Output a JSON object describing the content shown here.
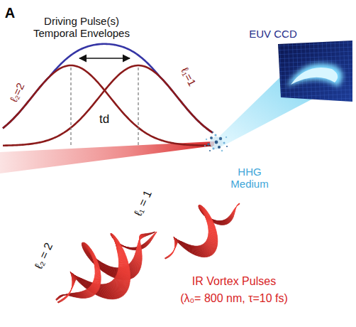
{
  "diagram": {
    "labels": [
      "A",
      "Driving Pulse(s) Temporal Envelopes",
      "EUV CCD",
      "ℓ₂=2",
      "ℓ₁=1",
      "td",
      "HHG Medium",
      "ℓ₁ = 1",
      "ℓ₂ = 2",
      "IR Vortex Pulses",
      "(λ₀= 800 nm, τ=10 fs)"
    ]
  }
}
